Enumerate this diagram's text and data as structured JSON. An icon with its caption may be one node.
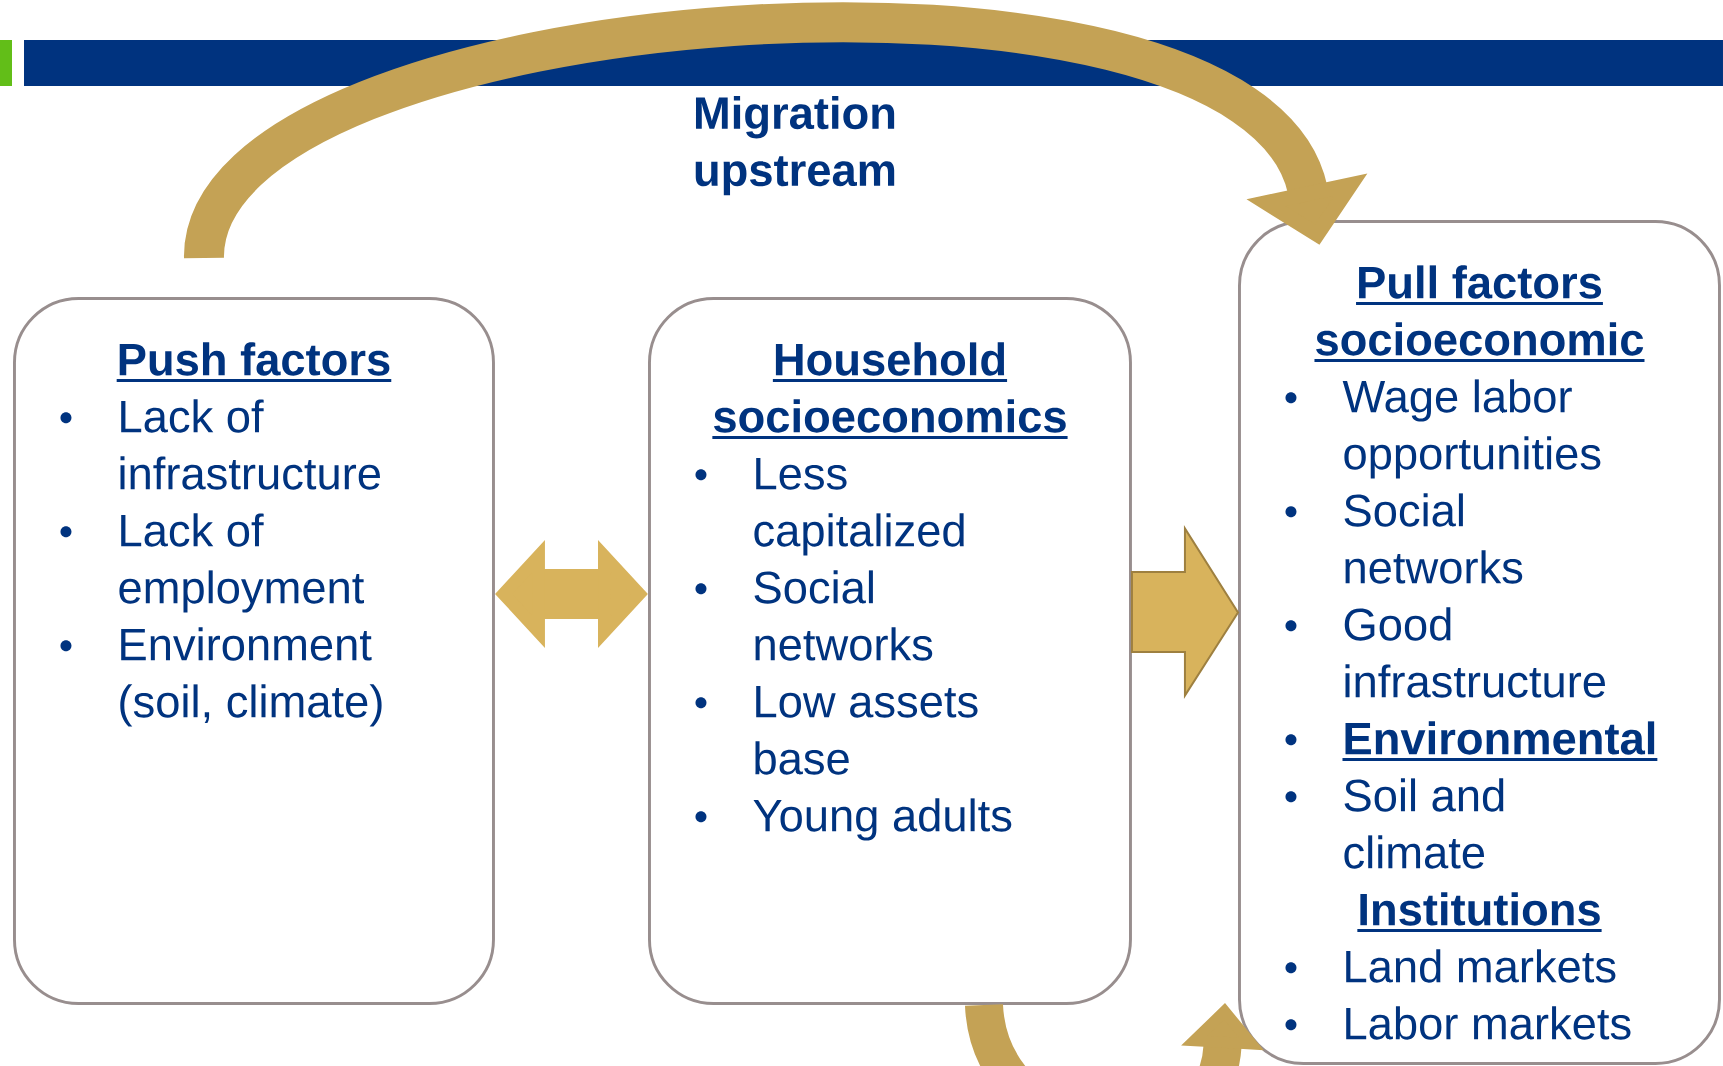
{
  "diagram": {
    "nodes": [
      {
        "text": [
          "Push factors",
          "Lack of infrastructure",
          "Lack of employment",
          "Environment (soil, climate)"
        ]
      },
      {
        "text": [
          "Household socioeconomics",
          "Less capitalized",
          "Social networks",
          "Low assets base",
          "Young adults"
        ]
      },
      {
        "text": [
          "Pull factors socioeconomic",
          "Wage labor opportunities",
          "Social networks",
          "Good infrastructure",
          "Environmental",
          "Soil and climate",
          "Institutions",
          "Land markets",
          "Labor markets"
        ]
      }
    ],
    "edges": [
      {
        "from": 0,
        "to": 2,
        "arrow": "to",
        "label": "Migration upstream"
      },
      {
        "from": 0,
        "to": 1,
        "arrow": "both"
      },
      {
        "from": 1,
        "to": 2,
        "arrow": "to",
        "style": "thick"
      },
      {
        "from": 1,
        "to": 2,
        "arrow": "to"
      }
    ]
  }
}
